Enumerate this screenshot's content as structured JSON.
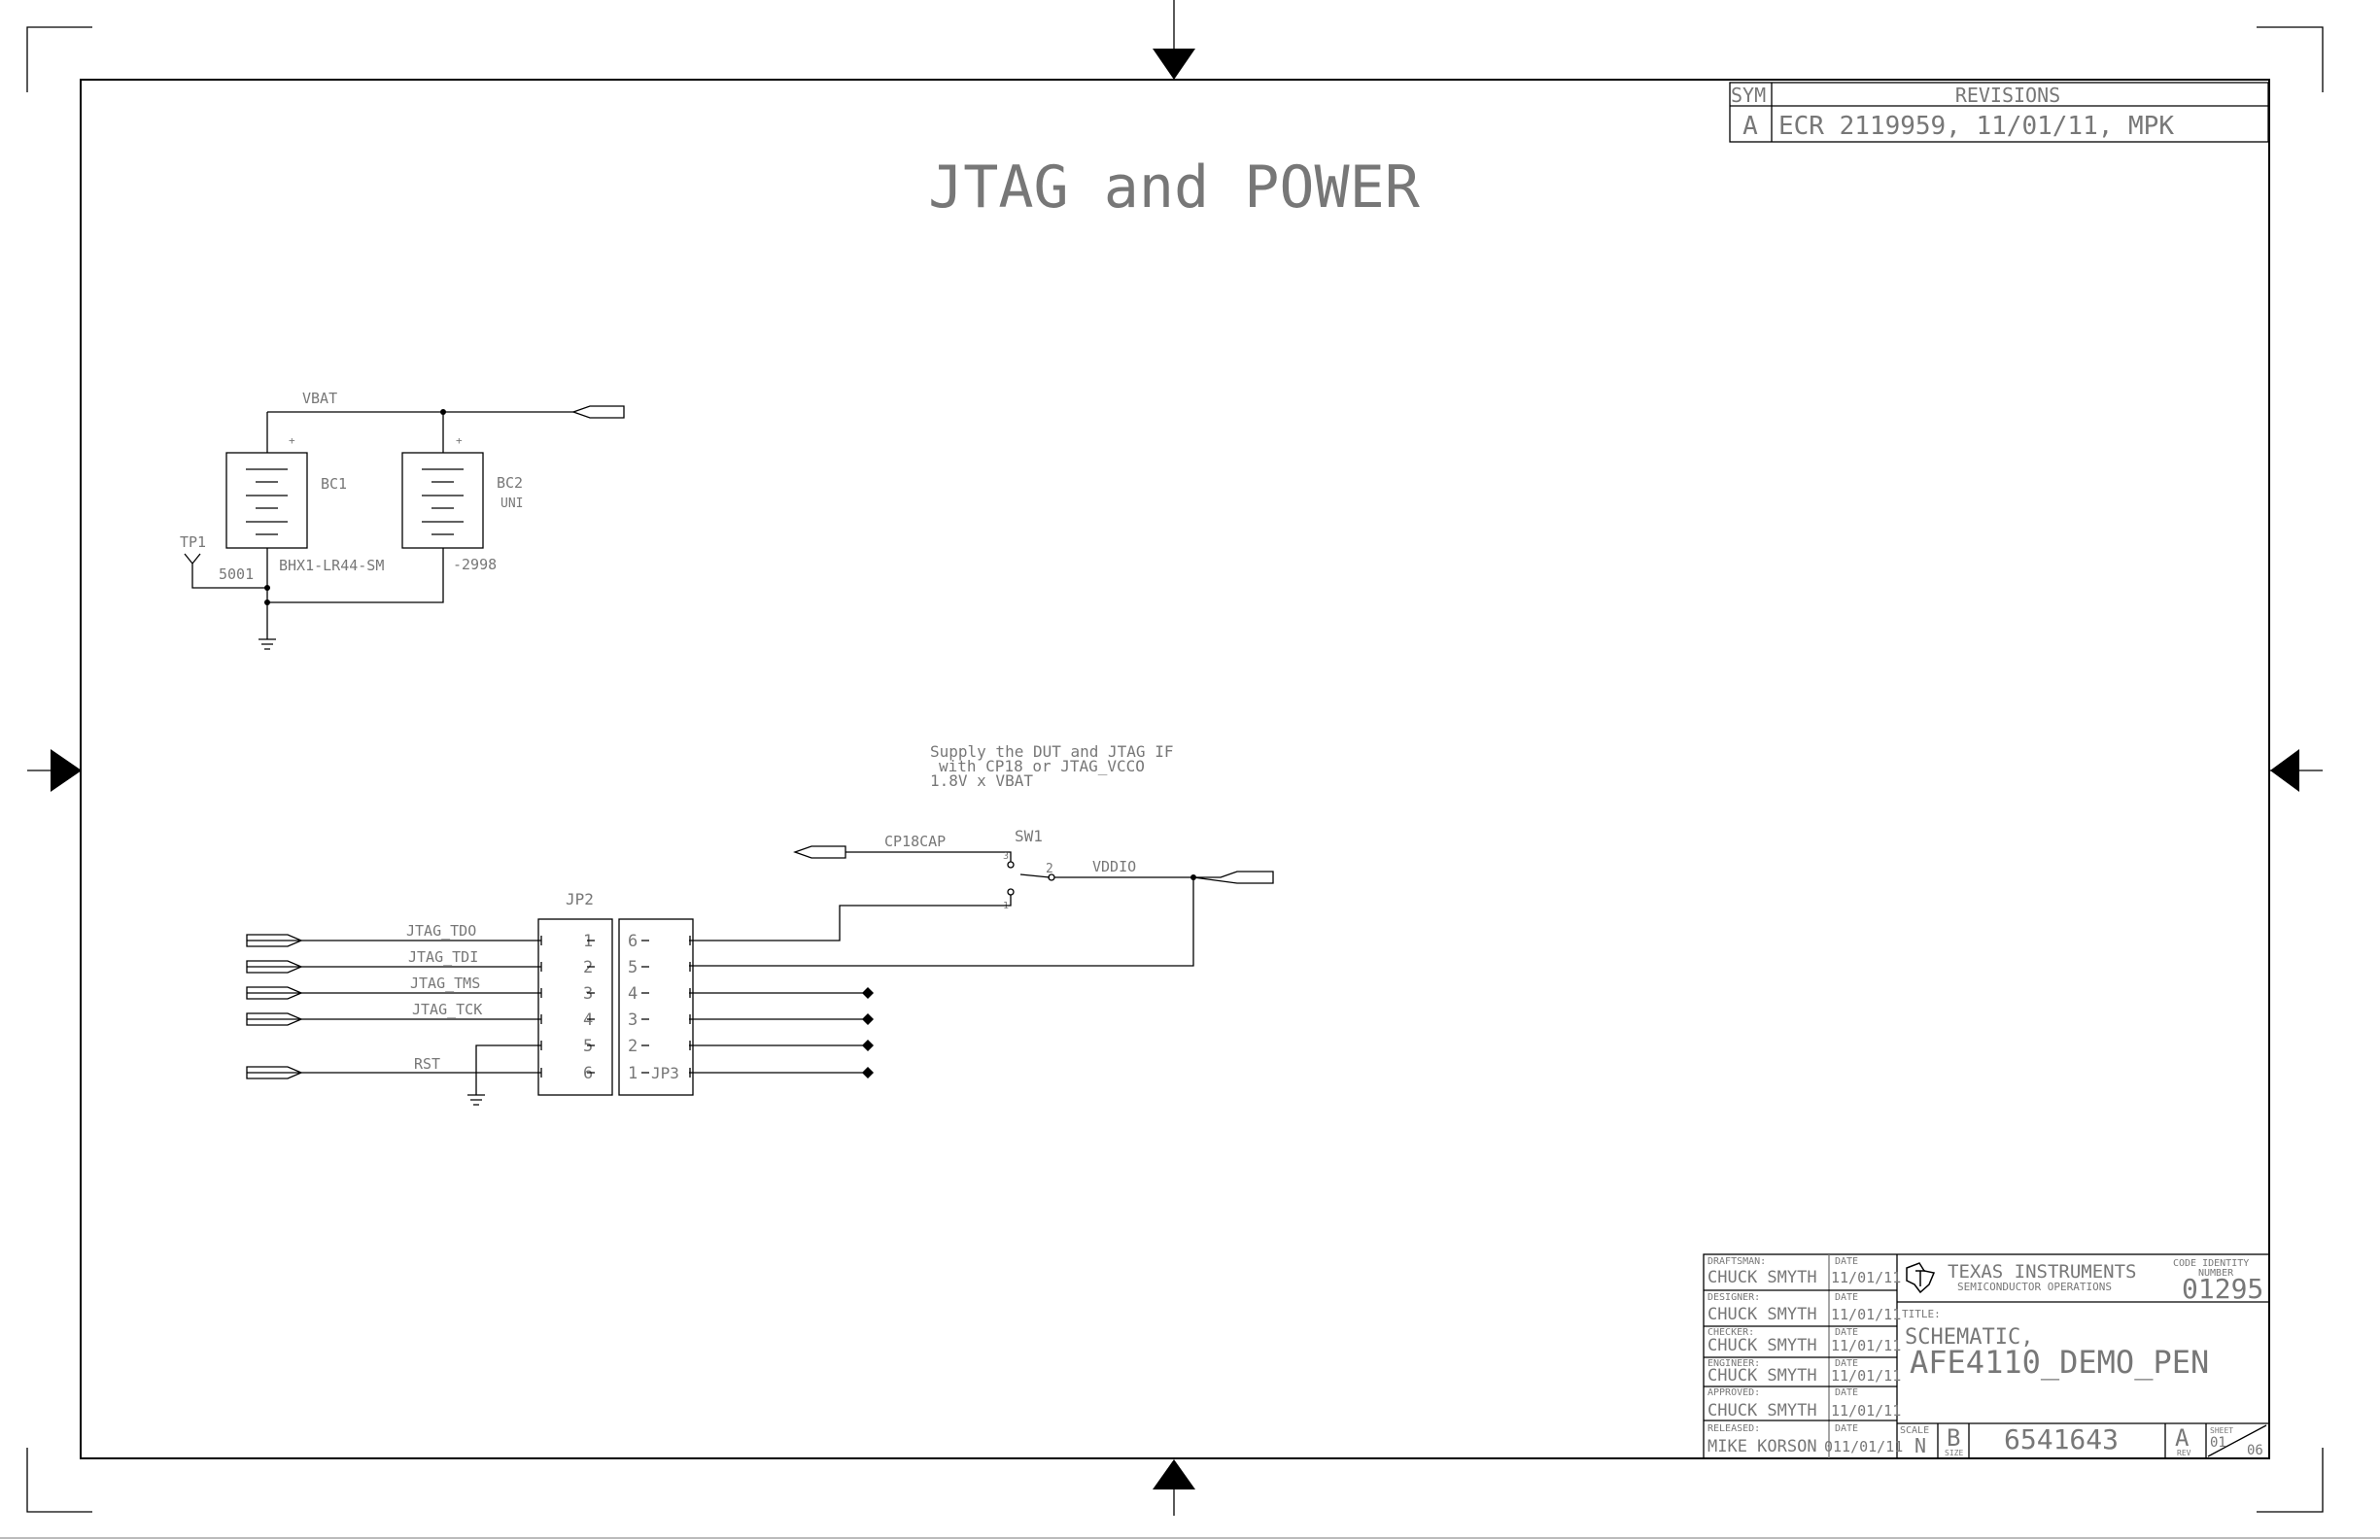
{
  "page_title": "JTAG and POWER",
  "revisions": {
    "sym_header": "SYM",
    "rev_header": "REVISIONS",
    "sym": "A",
    "entry": "ECR 2119959, 11/01/11, MPK"
  },
  "battery": {
    "net_label": "VBAT",
    "bc1_label": "BC1",
    "bc2_label": "BC2",
    "bc2_sub": "UNI",
    "plus": "+",
    "tp_label": "TP1",
    "tp_part": "5001",
    "bc1_part": "BHX1-LR44-SM",
    "bc2_part": "-2998"
  },
  "note": {
    "line1": "Supply the DUT and JTAG IF",
    "line2": "with CP18 or JTAG_VCCO",
    "line3": "1.8V x VBAT"
  },
  "switch": {
    "label": "SW1",
    "net_in": "CP18CAP",
    "net_out": "VDDIO",
    "pin1": "1",
    "pin2": "2",
    "pin3": "3"
  },
  "jp2": {
    "label": "JP2",
    "nets": [
      "JTAG_TDO",
      "JTAG_TDI",
      "JTAG_TMS",
      "JTAG_TCK",
      "RST"
    ],
    "pins": [
      "1",
      "2",
      "3",
      "4",
      "5",
      "6"
    ]
  },
  "jp3": {
    "label": "JP3",
    "pins": [
      "6",
      "5",
      "4",
      "3",
      "2",
      "1"
    ]
  },
  "title_block": {
    "rows": [
      {
        "role": "DRAFTSMAN:",
        "name": "CHUCK SMYTH",
        "date_label": "DATE",
        "date": "11/01/11"
      },
      {
        "role": "DESIGNER:",
        "name": "CHUCK SMYTH",
        "date_label": "DATE",
        "date": "11/01/11"
      },
      {
        "role": "CHECKER:",
        "name": "CHUCK SMYTH",
        "date_label": "DATE",
        "date": "11/01/11"
      },
      {
        "role": "ENGINEER:",
        "name": "CHUCK SMYTH",
        "date_label": "DATE",
        "date": "11/01/11"
      },
      {
        "role": "APPROVED:",
        "name": "CHUCK SMYTH",
        "date_label": "DATE",
        "date": "11/01/11"
      },
      {
        "role": "RELEASED:",
        "name": "MIKE KORSON",
        "date_label": "DATE",
        "date": "011/01/11"
      }
    ],
    "company": "TEXAS INSTRUMENTS",
    "division": "SEMICONDUCTOR OPERATIONS",
    "code_identity_label1": "CODE IDENTITY",
    "code_identity_label2": "NUMBER",
    "code_identity": "01295",
    "title_label": "TITLE:",
    "title_line1": "SCHEMATIC,",
    "title_line2": "AFE4110_DEMO_PEN",
    "scale_label": "SCALE",
    "scale": "N",
    "size_label": "SIZE",
    "size": "B",
    "drawing_number": "6541643",
    "rev_label": "REV",
    "rev": "A",
    "sheet_label": "SHEET",
    "sheet": "01",
    "sheet_total": "06"
  }
}
